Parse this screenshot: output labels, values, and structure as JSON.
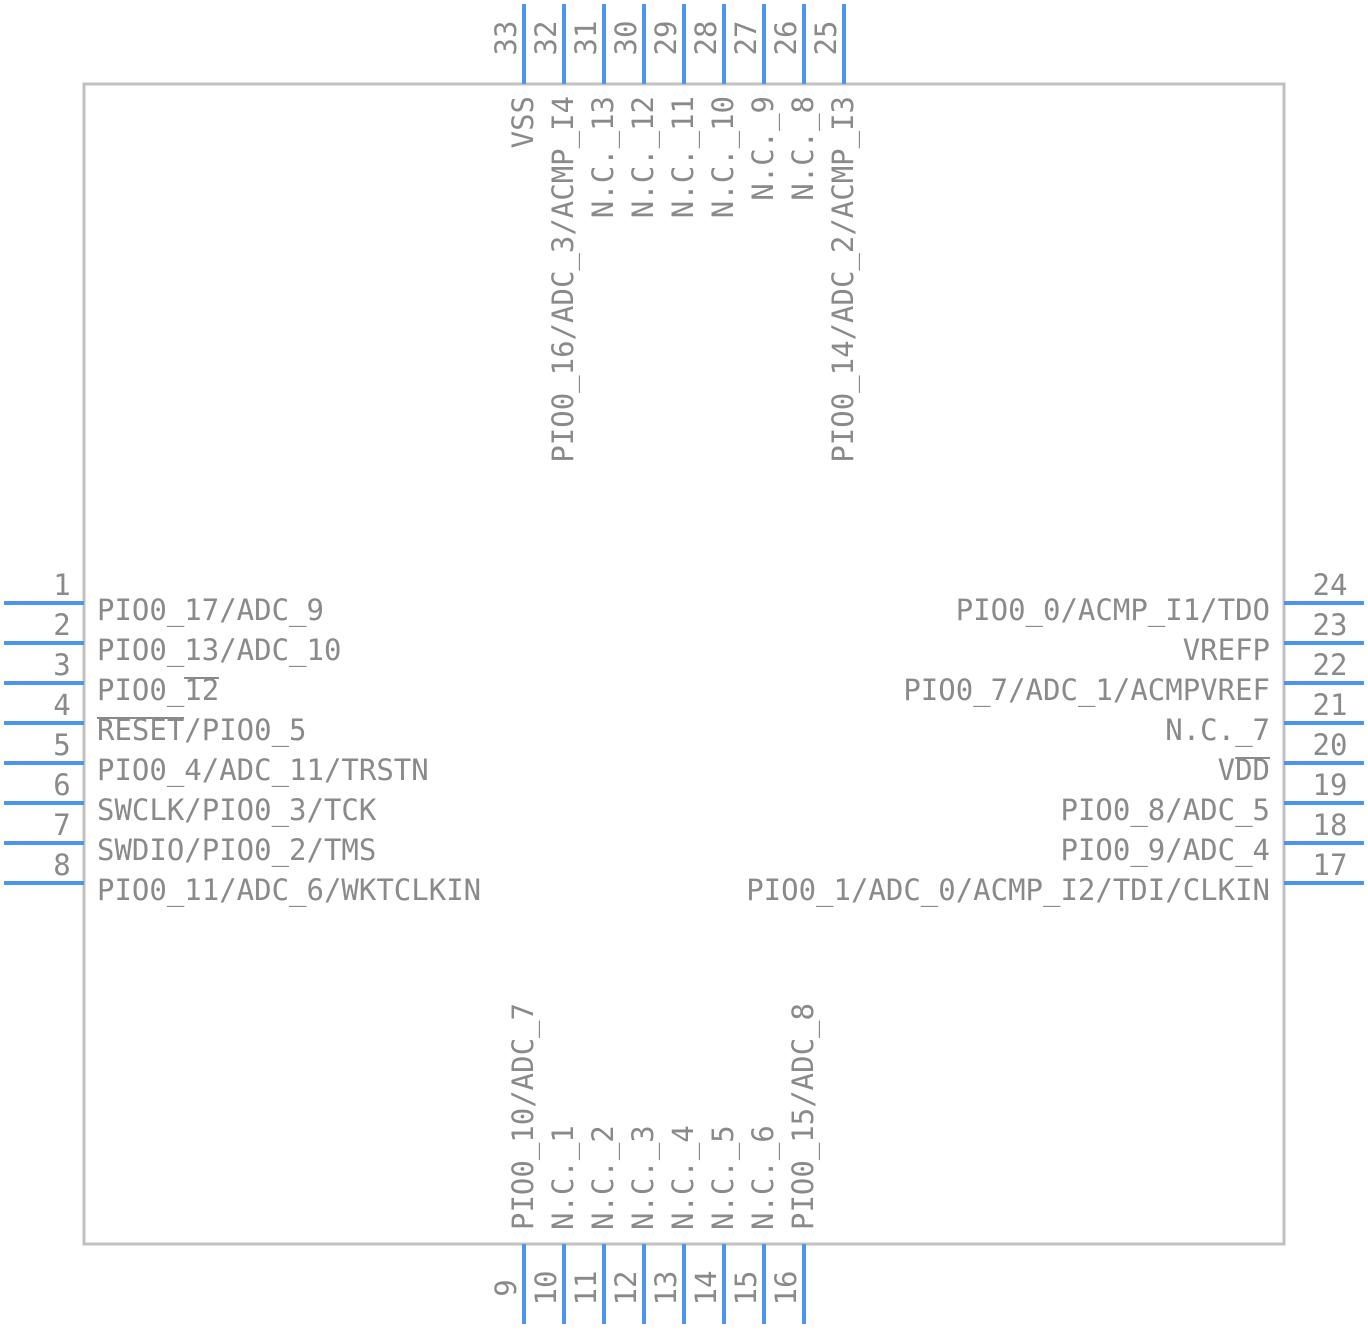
{
  "component": {
    "line_color": "#4d94f0",
    "body_color": "#c0c0c0",
    "text_color": "#8a8a8a"
  },
  "pins_left": [
    {
      "num": "1",
      "label": "PIO0_17/ADC_9"
    },
    {
      "num": "2",
      "label": "PIO0_13/ADC_10"
    },
    {
      "num": "3",
      "label": "PIO0_12",
      "overbar": "12"
    },
    {
      "num": "4",
      "label": "RESET/PIO0_5",
      "overbar": "RESET"
    },
    {
      "num": "5",
      "label": "PIO0_4/ADC_11/TRSTN"
    },
    {
      "num": "6",
      "label": "SWCLK/PIO0_3/TCK"
    },
    {
      "num": "7",
      "label": "SWDIO/PIO0_2/TMS"
    },
    {
      "num": "8",
      "label": "PIO0_11/ADC_6/WKTCLKIN"
    }
  ],
  "pins_bottom": [
    {
      "num": "9",
      "label": "PIO0_10/ADC_7"
    },
    {
      "num": "10",
      "label": "N.C._1"
    },
    {
      "num": "11",
      "label": "N.C._2"
    },
    {
      "num": "12",
      "label": "N.C._3"
    },
    {
      "num": "13",
      "label": "N.C._4"
    },
    {
      "num": "14",
      "label": "N.C._5"
    },
    {
      "num": "15",
      "label": "N.C._6"
    },
    {
      "num": "16",
      "label": "PIO0_15/ADC_8"
    }
  ],
  "pins_right": [
    {
      "num": "17",
      "label": "PIO0_1/ADC_0/ACMP_I2/TDI/CLKIN"
    },
    {
      "num": "18",
      "label": "PIO0_9/ADC_4"
    },
    {
      "num": "19",
      "label": "PIO0_8/ADC_5"
    },
    {
      "num": "20",
      "label": "VDD",
      "overbar": "DD"
    },
    {
      "num": "21",
      "label": "N.C._7"
    },
    {
      "num": "22",
      "label": "PIO0_7/ADC_1/ACMPVREF"
    },
    {
      "num": "23",
      "label": "VREFP"
    },
    {
      "num": "24",
      "label": "PIO0_0/ACMP_I1/TDO"
    }
  ],
  "pins_top": [
    {
      "num": "25",
      "label": "PIO0_14/ADC_2/ACMP_I3"
    },
    {
      "num": "26",
      "label": "N.C._8"
    },
    {
      "num": "27",
      "label": "N.C._9"
    },
    {
      "num": "28",
      "label": "N.C._10"
    },
    {
      "num": "29",
      "label": "N.C._11"
    },
    {
      "num": "30",
      "label": "N.C._12"
    },
    {
      "num": "31",
      "label": "N.C._13"
    },
    {
      "num": "32",
      "label": "PIO0_16/ADC_3/ACMP_I4"
    },
    {
      "num": "33",
      "label": "VSS"
    }
  ]
}
